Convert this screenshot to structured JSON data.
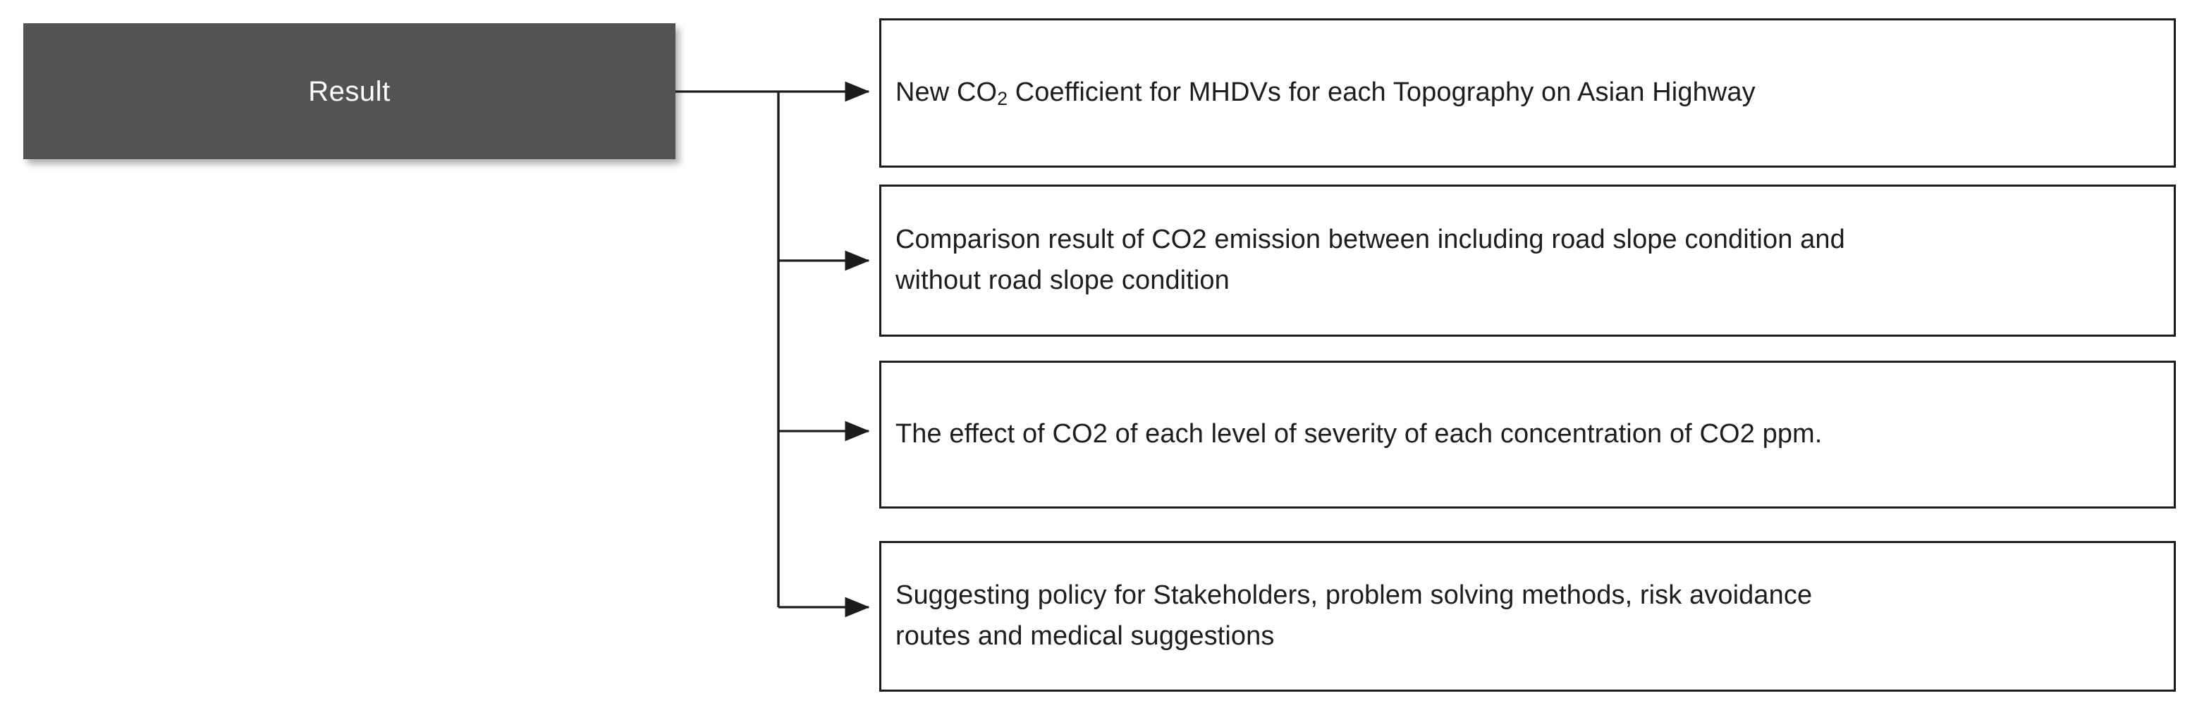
{
  "diagram": {
    "type": "flowchart",
    "orientation": "left-to-right",
    "background_color": "#ffffff",
    "source_node": {
      "label": "Result",
      "fill_color": "#535353",
      "text_color": "#ffffff",
      "shape": "rectangle",
      "has_shadow": true
    },
    "connector": {
      "style": "orthogonal-branch",
      "line_color": "#1c1c1c",
      "arrowhead": "filled-triangle",
      "branch_count": 4
    },
    "nodes": [
      {
        "id": "node-1",
        "lines": [
          "New CO2 Coefficient for MHDVs for each Topography on Asian Highway"
        ],
        "text_before_subscript": "New CO",
        "subscript": "2",
        "text_after_subscript": " Coefficient for MHDVs for each Topography on Asian Highway",
        "has_subscript": true,
        "border_color": "#1c1c1c",
        "fill_color": "#ffffff",
        "text_color": "#1d1d1d"
      },
      {
        "id": "node-2",
        "lines": [
          "Comparison result of CO2 emission between including road slope condition and",
          "without road slope condition"
        ],
        "has_subscript": false,
        "border_color": "#1c1c1c",
        "fill_color": "#ffffff",
        "text_color": "#1d1d1d"
      },
      {
        "id": "node-3",
        "lines": [
          "The effect of CO2 of each level of severity of each concentration of CO2 ppm."
        ],
        "has_subscript": false,
        "border_color": "#1c1c1c",
        "fill_color": "#ffffff",
        "text_color": "#1d1d1d"
      },
      {
        "id": "node-4",
        "lines": [
          "Suggesting policy for Stakeholders, problem solving methods, risk avoidance",
          "routes and medical suggestions"
        ],
        "has_subscript": false,
        "border_color": "#1c1c1c",
        "fill_color": "#ffffff",
        "text_color": "#1d1d1d"
      }
    ]
  }
}
